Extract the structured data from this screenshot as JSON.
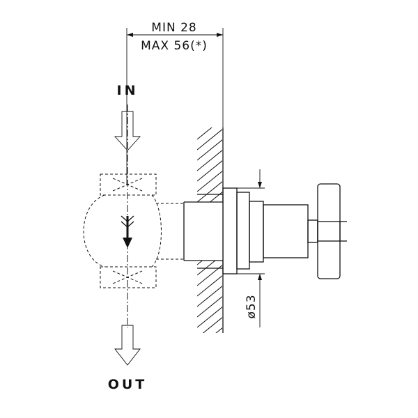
{
  "dimensions": {
    "depth_min": "MIN 28",
    "depth_max": "MAX 56(*)",
    "diameter": "ø53"
  },
  "flow": {
    "inlet_label": "IN",
    "outlet_label": "OUT"
  }
}
